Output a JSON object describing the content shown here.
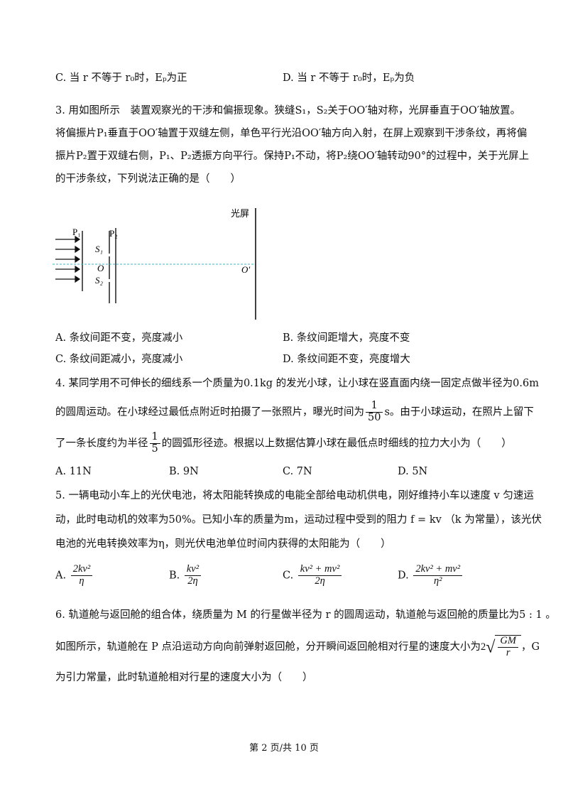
{
  "q2_options": {
    "c": "C. 当 r 不等于 r₀时，Eₚ为正",
    "d": "D. 当 r 不等于 r₀时，Eₚ为负"
  },
  "q3": {
    "line1": "3. 用如图所示　装置观察光的干涉和偏振现象。狭缝S₁，S₂关于OO′轴对称，光屏垂直于OO′轴放置。",
    "line2": "将偏振片P₁垂直于OO′轴置于双缝左侧，单色平行光沿OO′轴方向入射，在屏上观察到干涉条纹，再将偏",
    "line3": "振片P₂置于双缝右侧，P₁、P₂透振方向平行。保持P₁不动，将P₂绕OO′轴转动90°的过程中，关于光屏上",
    "line4": "的干涉条纹，下列说法正确的是（　　）",
    "figure": {
      "screen_label": "光屏",
      "p1": "P₁",
      "p2": "P₂",
      "s1": "S₁",
      "o": "O",
      "s2": "S₂",
      "o_prime": "O′"
    },
    "options": {
      "a": "A. 条纹间距不变，亮度减小",
      "b": "B. 条纹间距增大，亮度不变",
      "c": "C. 条纹间距减小，亮度减小",
      "d": "D. 条纹间距不变，亮度增大"
    }
  },
  "q4": {
    "l1_a": "4. 某同学用不可伸长的细线系一个质量为0.1kg 的发光小球，让小球在竖直面内绕一固定点做半径为0.6m",
    "l2_a": "的圆周运动。在小球经过最低点附近时拍摄了一张照片，曝光时间为",
    "l2_num": "1",
    "l2_den": "50",
    "l2_unit": "s",
    "l2_b": "。由于小球运动，在照片上留下",
    "l3_a": "了一条长度约为半径",
    "l3_num": "1",
    "l3_den": "5",
    "l3_b": "的圆弧形径迹。根据以上数据估算小球在最低点时细线的拉力大小为（　　）",
    "options": {
      "a": "A. 11N",
      "b": "B. 9N",
      "c": "C. 7N",
      "d": "D. 5N"
    }
  },
  "q5": {
    "line1": "5. 一辆电动小车上的光伏电池，将太阳能转换成的电能全部给电动机供电，刚好维持小车以速度 v 匀速运",
    "line2": "动，此时电动机的效率为50%。已知小车的质量为m，运动过程中受到的阻力 f = kv （k 为常量），该光伏",
    "line3": "电池的光电转换效率为η，则光伏电池单位时间内获得的太阳能为（　　）",
    "options": {
      "a_label": "A.",
      "a_num": "2kv²",
      "a_den": "η",
      "b_label": "B.",
      "b_num": "kv²",
      "b_den": "2η",
      "c_label": "C.",
      "c_num": "kv² + mv²",
      "c_den": "2η",
      "d_label": "D.",
      "d_num": "2kv² + mv²",
      "d_den": "η²"
    }
  },
  "q6": {
    "line1": "6. 轨道舱与返回舱的组合体，绕质量为 M 的行星做半径为 r 的圆周运动，轨道舱与返回舱的质量比为5 : 1 。",
    "line2_a": "如图所示，轨道舱在 P 点沿运动方向向前弹射返回舱，分开瞬间返回舱相对行星的速度大小为",
    "line2_coef": "2",
    "line2_num": "GM",
    "line2_den": "r",
    "line2_b": "，G",
    "line3": "为引力常量，此时轨道舱相对行星的速度大小为（　　）"
  },
  "footer": "第 2 页/共 10 页"
}
